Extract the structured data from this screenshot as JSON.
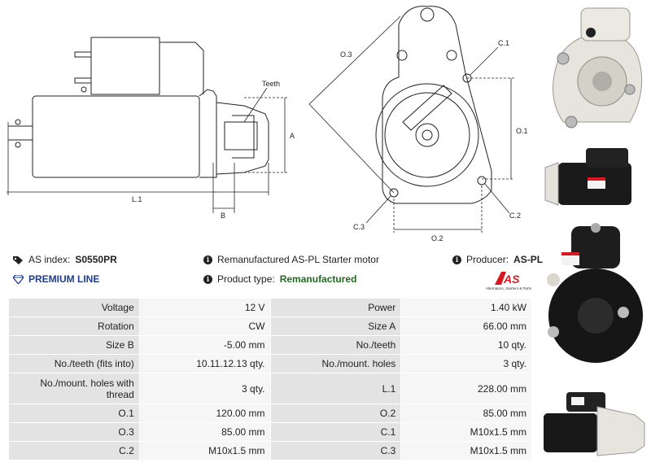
{
  "drawing": {
    "side_labels": {
      "teeth": "Teeth",
      "a": "A",
      "l1": "L.1",
      "b": "B"
    },
    "front_labels": {
      "o3": "O.3",
      "c1": "C.1",
      "o1": "O.1",
      "c2": "C.2",
      "c3": "C.3",
      "o2": "O.2"
    }
  },
  "info": {
    "as_index_label": "AS index:",
    "as_index_value": "S0550PR",
    "description": "Remanufactured AS-PL Starter motor",
    "producer_label": "Producer:",
    "producer_value": "AS-PL",
    "premium_line": "PREMIUM LINE",
    "product_type_label": "Product type:",
    "product_type_value": "Remanufactured"
  },
  "logo": {
    "mark": "AS",
    "tagline": "Alternators, Starters & Parts"
  },
  "specs": [
    [
      "Voltage",
      "12 V",
      "Power",
      "1.40 kW"
    ],
    [
      "Rotation",
      "CW",
      "Size A",
      "66.00 mm"
    ],
    [
      "Size B",
      "-5.00 mm",
      "No./teeth",
      "10 qty."
    ],
    [
      "No./teeth (fits into)",
      "10.11.12.13 qty.",
      "No./mount. holes",
      "3 qty."
    ],
    [
      "No./mount. holes with thread",
      "3 qty.",
      "L.1",
      "228.00 mm"
    ],
    [
      "O.1",
      "120.00 mm",
      "O.2",
      "85.00 mm"
    ],
    [
      "O.3",
      "85.00 mm",
      "C.1",
      "M10x1.5 mm"
    ],
    [
      "C.2",
      "M10x1.5 mm",
      "C.3",
      "M10x1.5 mm"
    ]
  ],
  "colors": {
    "premium": "#1f3d8c",
    "green": "#1e6b1e",
    "logo_red": "#d7191f"
  }
}
